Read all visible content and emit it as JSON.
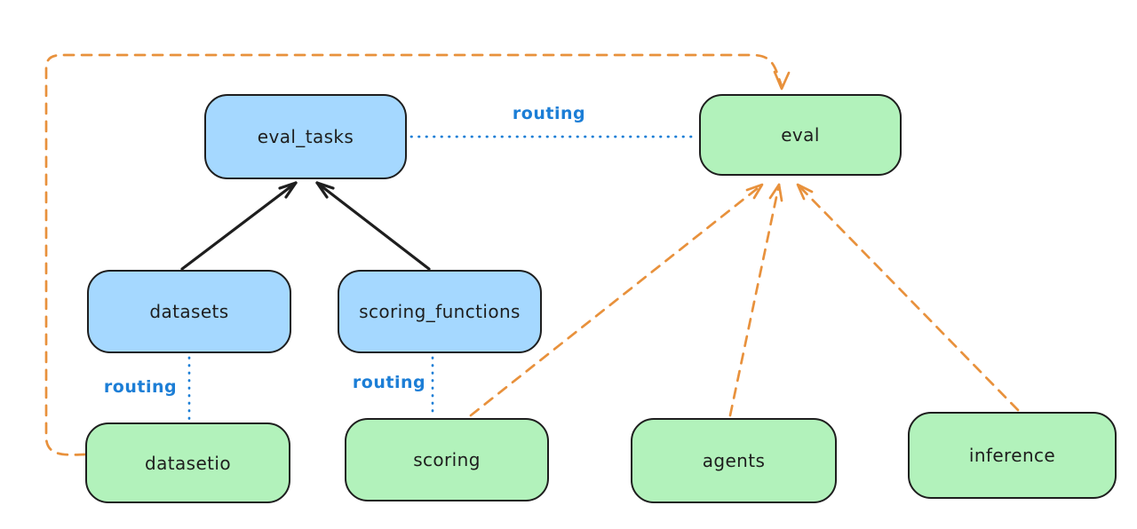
{
  "colors": {
    "blue_fill": "#a5d8ff",
    "green_fill": "#b2f2bb",
    "stroke": "#1e1e1e",
    "orange_line": "#e8913c",
    "blue_line": "#1c7ed6",
    "background": "#ffffff"
  },
  "nodes": [
    {
      "id": "eval_tasks",
      "label": "eval_tasks",
      "fill": "blue"
    },
    {
      "id": "eval",
      "label": "eval",
      "fill": "green"
    },
    {
      "id": "datasets",
      "label": "datasets",
      "fill": "blue"
    },
    {
      "id": "scoring_functions",
      "label": "scoring_functions",
      "fill": "blue"
    },
    {
      "id": "datasetio",
      "label": "datasetio",
      "fill": "green"
    },
    {
      "id": "scoring",
      "label": "scoring",
      "fill": "green"
    },
    {
      "id": "agents",
      "label": "agents",
      "fill": "green"
    },
    {
      "id": "inference",
      "label": "inference",
      "fill": "green"
    }
  ],
  "edges": [
    {
      "from": "datasets",
      "to": "eval_tasks",
      "style": "solid",
      "color": "black",
      "arrowhead": "end",
      "label": ""
    },
    {
      "from": "scoring_functions",
      "to": "eval_tasks",
      "style": "solid",
      "color": "black",
      "arrowhead": "end",
      "label": ""
    },
    {
      "from": "eval_tasks",
      "to": "eval",
      "style": "dotted",
      "color": "blue",
      "arrowhead": "none",
      "label": "routing"
    },
    {
      "from": "datasets",
      "to": "datasetio",
      "style": "dotted",
      "color": "blue",
      "arrowhead": "none",
      "label": "routing"
    },
    {
      "from": "scoring_functions",
      "to": "scoring",
      "style": "dotted",
      "color": "blue",
      "arrowhead": "none",
      "label": "routing"
    },
    {
      "from": "datasetio",
      "to": "eval",
      "style": "dashed",
      "color": "orange",
      "arrowhead": "end",
      "label": ""
    },
    {
      "from": "scoring",
      "to": "eval",
      "style": "dashed",
      "color": "orange",
      "arrowhead": "end",
      "label": ""
    },
    {
      "from": "agents",
      "to": "eval",
      "style": "dashed",
      "color": "orange",
      "arrowhead": "end",
      "label": ""
    },
    {
      "from": "inference",
      "to": "eval",
      "style": "dashed",
      "color": "orange",
      "arrowhead": "end",
      "label": ""
    }
  ]
}
